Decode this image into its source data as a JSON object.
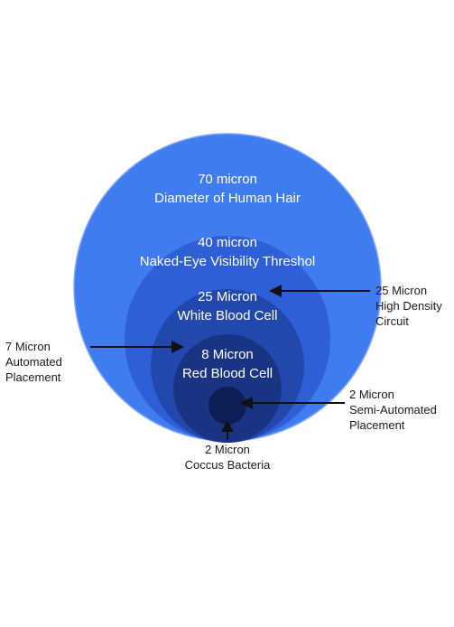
{
  "colors": {
    "circle_70": "#3f7cf0",
    "circle_40": "#2e5fd6",
    "circle_25": "#2248ad",
    "circle_8": "#1a3484",
    "circle_2": "#0f1f55",
    "outline": "#7da5f7"
  },
  "circles": {
    "c70": {
      "line1": "70 micron",
      "line2": "Diameter of Human Hair"
    },
    "c40": {
      "line1": "40 micron",
      "line2": "Naked-Eye Visibility Threshol"
    },
    "c25": {
      "line1": "25 Micron",
      "line2": "White Blood Cell"
    },
    "c8": {
      "line1": "8 Micron",
      "line2": "Red Blood Cell"
    }
  },
  "callouts": {
    "micron25": {
      "line1": "25 Micron",
      "line2": "High Density",
      "line3": "Circuit"
    },
    "micron7": {
      "line1": "7 Micron",
      "line2": "Automated",
      "line3": "Placement"
    },
    "micron2semi": {
      "line1": "2 Micron",
      "line2": "Semi-Automated",
      "line3": "Placement"
    },
    "micron2coccus": {
      "line1": "2 Micron",
      "line2": "Coccus Bacteria"
    }
  }
}
